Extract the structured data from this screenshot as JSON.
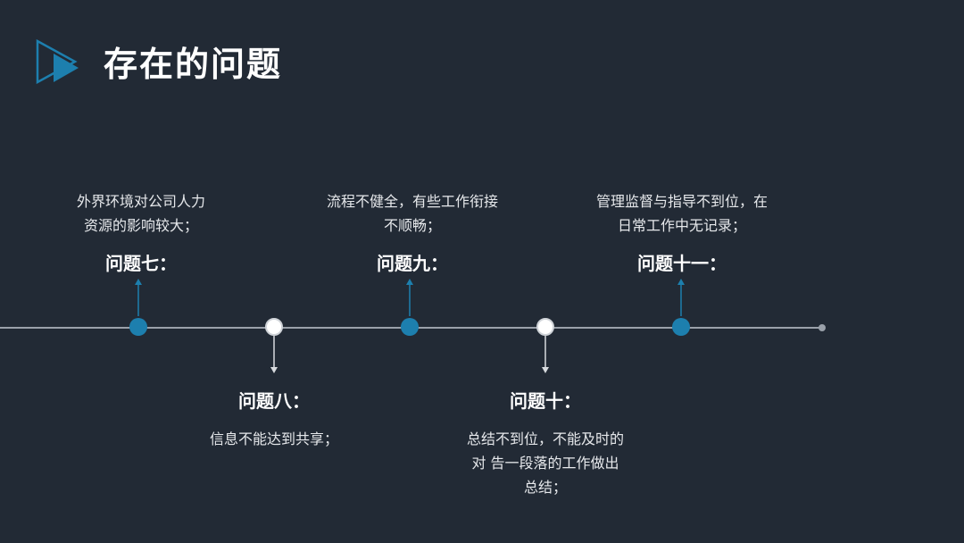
{
  "title": "存在的问题",
  "colors": {
    "background": "#222a35",
    "accent_blue": "#1d7fae",
    "line": "#9aa1aa",
    "text": "#ffffff"
  },
  "icons": {
    "logo": "play-triangle-icon"
  },
  "timeline": {
    "items": [
      {
        "heading": "问题七：",
        "desc_lines": [
          "外界环境对公司人力",
          "资源的影响较大；"
        ]
      },
      {
        "heading": "问题八：",
        "desc_lines": [
          "信息不能达到共享；"
        ]
      },
      {
        "heading": "问题九：",
        "desc_lines": [
          "流程不健全，有些工作衔接",
          "不顺畅；"
        ]
      },
      {
        "heading": "问题十：",
        "desc_lines": [
          "总结不到位，不能及时的",
          "对 告一段落的工作做出",
          "总结；"
        ]
      },
      {
        "heading": "问题十一：",
        "desc_lines": [
          "管理监督与指导不到位，在",
          "日常工作中无记录；"
        ]
      }
    ]
  }
}
